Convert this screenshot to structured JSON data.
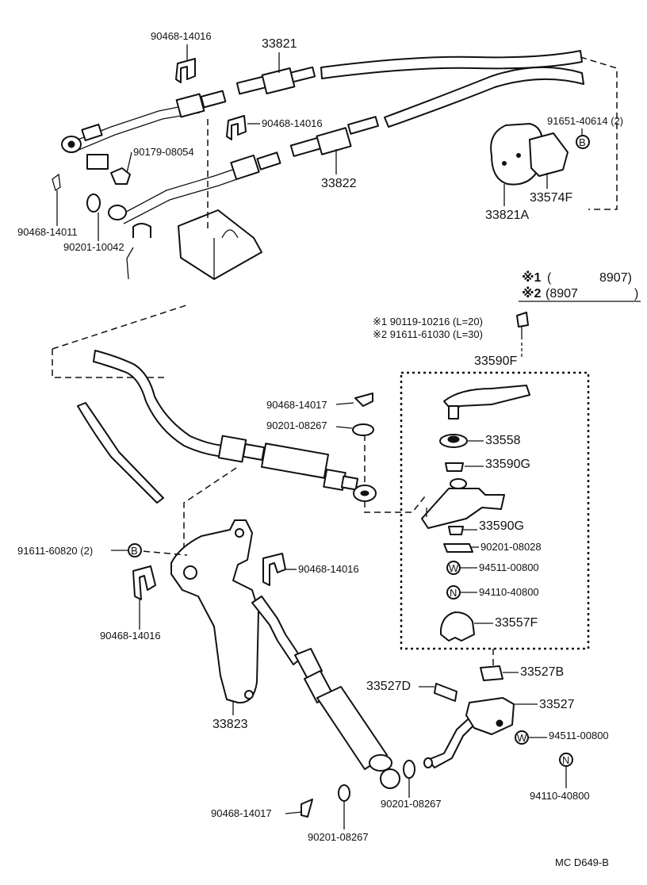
{
  "footer": {
    "code": "MC  D649-B"
  },
  "legend": {
    "row1_mark": "※1",
    "row1_open": "(",
    "row1_close": "8907)",
    "row2_mark": "※2",
    "row2_open": "(8907",
    "row2_close": ")"
  },
  "notes": {
    "bolt1": "※1 90119-10216 (L=20)",
    "bolt2": "※2 91611-61030 (L=30)"
  },
  "badges": {
    "b": "B",
    "w": "W",
    "n": "N"
  },
  "labels": {
    "p33821": "33821",
    "p90468_14016_top": "90468-14016",
    "p90468_14016_mid": "90468-14016",
    "p90179_08054": "90179-08054",
    "p90468_14011": "90468-14011",
    "p90201_10042": "90201-10042",
    "p33822": "33822",
    "p91651_40614": "91651-40614 (2)",
    "p33574F": "33574F",
    "p33821A": "33821A",
    "p33590F": "33590F",
    "p90468_14017_mid": "90468-14017",
    "p90201_08267_mid": "90201-08267",
    "p33558": "33558",
    "p33590G_a": "33590G",
    "p33590G_b": "33590G",
    "p90201_08028": "90201-08028",
    "p94511_00800_a": "94511-00800",
    "p94110_40800_a": "94110-40800",
    "p33557F": "33557F",
    "p33527B": "33527B",
    "p91611_60820": "91611-60820 (2)",
    "p90468_14016_right": "90468-14016",
    "p90468_14016_left": "90468-14016",
    "p33823": "33823",
    "p33527D": "33527D",
    "p33527": "33527",
    "p94511_00800_b": "94511-00800",
    "p94110_40800_b": "94110-40800",
    "p90201_08267_bot": "90201-08267",
    "p90468_14017_bot": "90468-14017",
    "p90201_08267_bot2": "90201-08267"
  }
}
